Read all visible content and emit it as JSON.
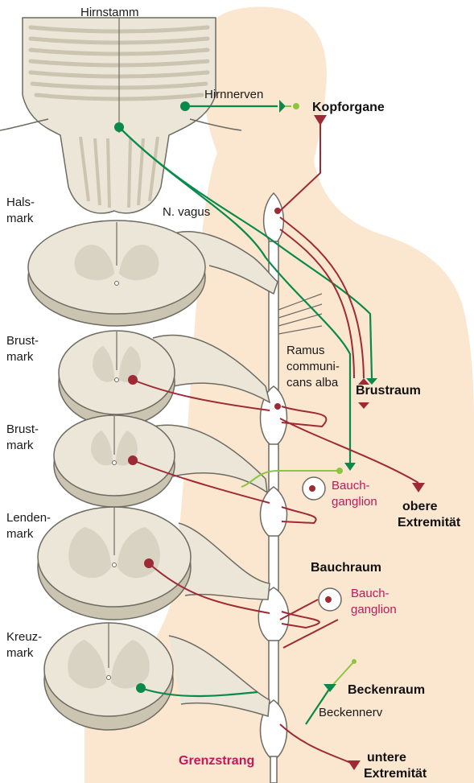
{
  "labels": {
    "hirnstamm": "Hirnstamm",
    "hirnnerven": "Hirnnerven",
    "kopforgane": "Kopforgane",
    "halsmark_1": "Hals-",
    "halsmark_2": "mark",
    "n_vagus": "N. vagus",
    "brustmark_a_1": "Brust-",
    "brustmark_a_2": "mark",
    "brustmark_b_1": "Brust-",
    "brustmark_b_2": "mark",
    "ramus_1": "Ramus",
    "ramus_2": "communi-",
    "ramus_3": "cans alba",
    "brustraum": "Brustraum",
    "bauchganglion_a_1": "Bauch-",
    "bauchganglion_a_2": "ganglion",
    "obere_1": "obere",
    "obere_2": "Extremität",
    "lendenmark_1": "Lenden-",
    "lendenmark_2": "mark",
    "bauchraum": "Bauchraum",
    "bauchganglion_b_1": "Bauch-",
    "bauchganglion_b_2": "ganglion",
    "kreuzmark_1": "Kreuz-",
    "kreuzmark_2": "mark",
    "beckenraum": "Beckenraum",
    "beckennerv": "Beckennerv",
    "grenzstrang": "Grenzstrang",
    "untere_1": "untere",
    "untere_2": "Extremität"
  },
  "colors": {
    "body": "#fbe6d0",
    "tissue": "#ebe6d8",
    "tissue_dark": "#cbc4b0",
    "grey_matter": "#d9d3c3",
    "outline": "#6d6b62",
    "sympathetic": "#9e2a35",
    "parasympathetic": "#0a8a4a",
    "parasympathetic_light": "#8cc63f",
    "accent_text": "#c2185b"
  }
}
